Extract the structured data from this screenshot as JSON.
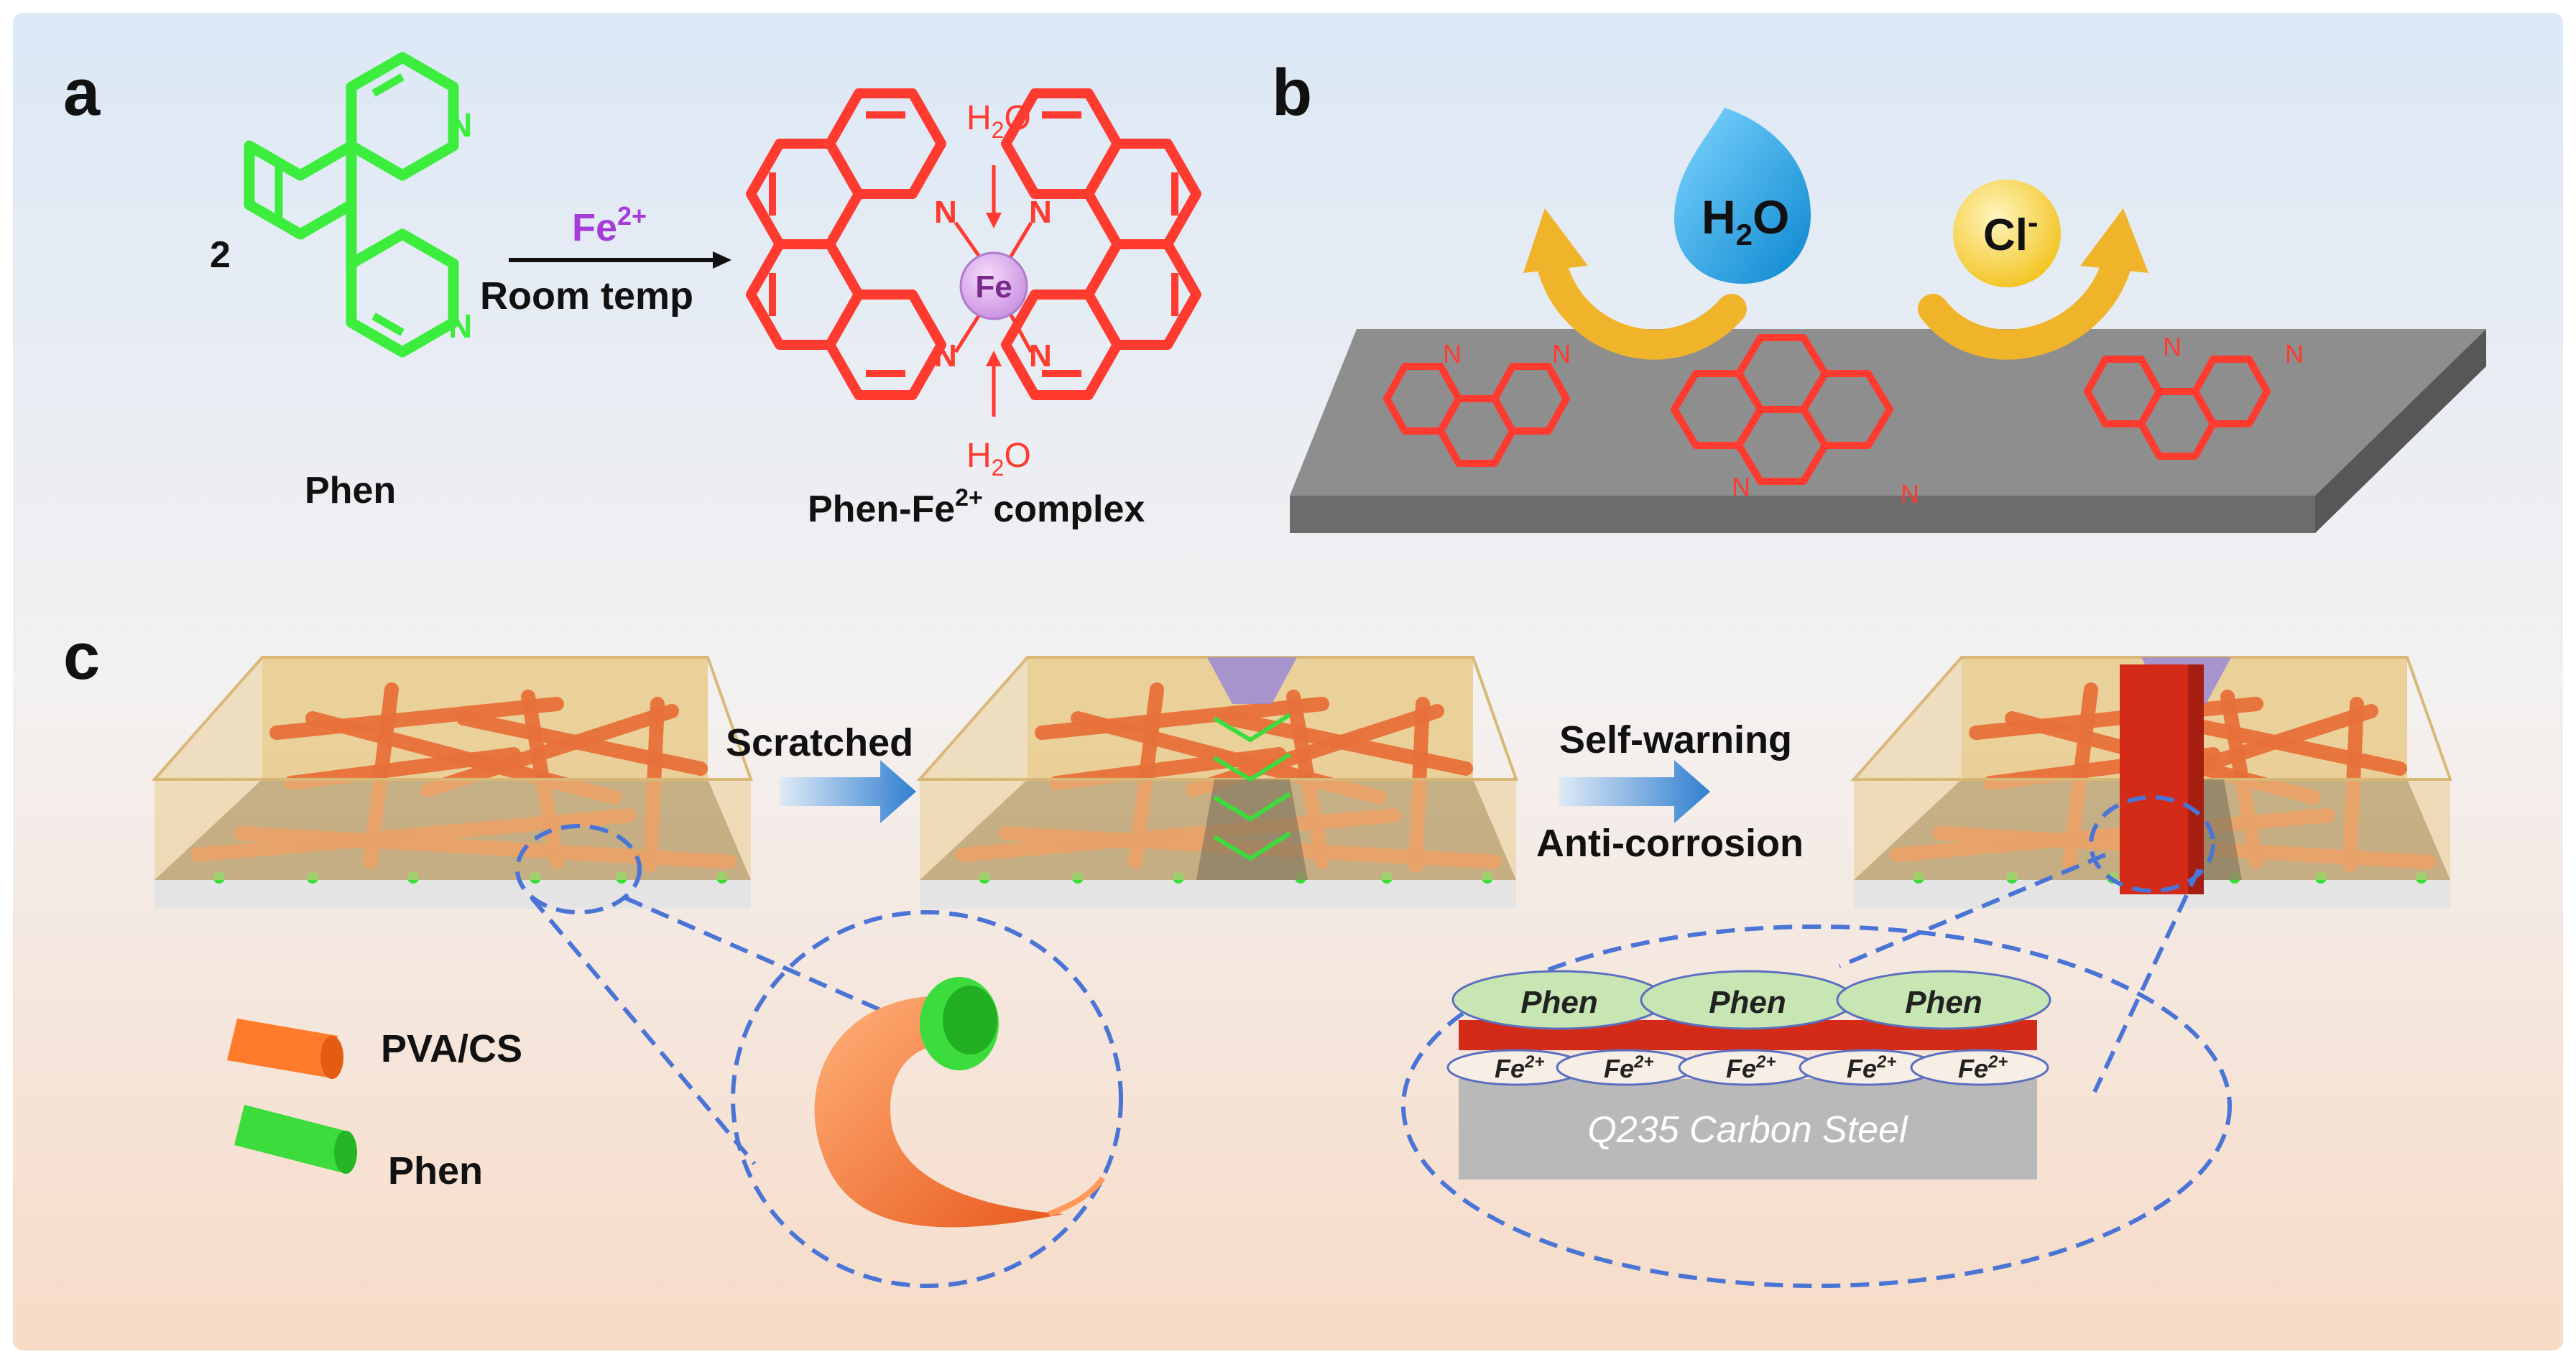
{
  "panel_a": {
    "letter": "a",
    "coefficient": "2",
    "reactant_label": "Phen",
    "reagent_symbol": "Fe",
    "reagent_charge": "2+",
    "condition": "Room temp",
    "product_label_prefix": "Phen-Fe",
    "product_label_charge": "2+",
    "product_label_suffix": " complex",
    "atom_n": "N",
    "metal": "Fe",
    "water_h": "H",
    "water_sub": "2",
    "water_o": "O",
    "colors": {
      "ligand": "#3ded3d",
      "complex": "#ff3a2e",
      "reagent": "#a63dd9",
      "metal": "#d7a5e8"
    }
  },
  "panel_b": {
    "letter": "b",
    "drop_h": "H",
    "drop_sub": "2",
    "drop_o": "O",
    "ion_text": "Cl",
    "ion_charge": "-",
    "atom_n": "N",
    "colors": {
      "steel": "#8e8e8e",
      "drop": "#1aa7e8",
      "ion": "#ffd94a",
      "arrow": "#f0b42a",
      "molecule": "#ff3a2e"
    }
  },
  "panel_c": {
    "letter": "c",
    "step1_label": "Scratched",
    "step2_label_1": "Self-warning",
    "step2_label_2": "Anti-corrosion",
    "legend": [
      {
        "name": "PVA/CS",
        "color": "#ff7a2a"
      },
      {
        "name": "Phen",
        "color": "#3ddc3d"
      }
    ],
    "layers": {
      "phen_labels": [
        "Phen",
        "Phen",
        "Phen"
      ],
      "fe_labels": [
        "Fe",
        "Fe",
        "Fe",
        "Fe",
        "Fe"
      ],
      "fe_charge": "2+",
      "substrate": "Q235 Carbon Steel"
    },
    "colors": {
      "coating": "#e9cc8f",
      "fiber": "#e8703a",
      "rust": "#d42a18",
      "dash": "#4a74d6"
    }
  }
}
